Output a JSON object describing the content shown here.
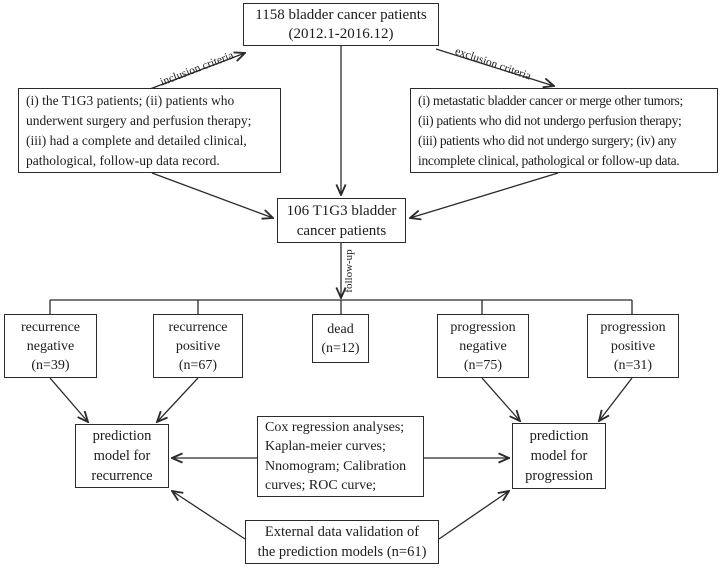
{
  "diagram": {
    "top_box": {
      "lines": [
        "1158 bladder cancer patients",
        "(2012.1-2016.12)"
      ]
    },
    "edge_labels": {
      "inclusion": "inclusion criteria",
      "exclusion": "exclusion criteria",
      "follow_up": "follow-up"
    },
    "inclusion_box": {
      "lines": [
        "(i) the T1G3 patients; (ii) patients who",
        "underwent surgery and perfusion therapy;",
        "(iii) had a complete and detailed clinical,",
        "pathological, follow-up data record."
      ]
    },
    "exclusion_box": {
      "lines": [
        "(i) metastatic bladder cancer or merge other tumors;",
        "(ii) patients who did not undergo perfusion therapy;",
        "(iii) patients who did not undergo surgery; (iv) any",
        "incomplete clinical, pathological or follow-up data."
      ]
    },
    "cohort_box": {
      "lines": [
        "106 T1G3 bladder",
        "cancer patients"
      ]
    },
    "outcomes": [
      {
        "lines": [
          "recurrence",
          "negative",
          "(n=39)"
        ]
      },
      {
        "lines": [
          "recurrence",
          "positive",
          "(n=67)"
        ]
      },
      {
        "lines": [
          "dead",
          "(n=12)"
        ]
      },
      {
        "lines": [
          "progression",
          "negative",
          "(n=75)"
        ]
      },
      {
        "lines": [
          "progression",
          "positive",
          "(n=31)"
        ]
      }
    ],
    "recurrence_model_box": {
      "lines": [
        "prediction",
        "model for",
        "recurrence"
      ]
    },
    "methods_box": {
      "lines": [
        "Cox regression analyses;",
        "Kaplan-meier curves;",
        "Nnomogram; Calibration",
        "curves; ROC curve;"
      ]
    },
    "progression_model_box": {
      "lines": [
        "prediction",
        "model for",
        "progression"
      ]
    },
    "external_box": {
      "lines": [
        "External data validation of",
        "the prediction models (n=61)"
      ]
    },
    "colors": {
      "line": "#2b2b2b",
      "text": "#1c1c1c",
      "background": "#ffffff"
    }
  }
}
